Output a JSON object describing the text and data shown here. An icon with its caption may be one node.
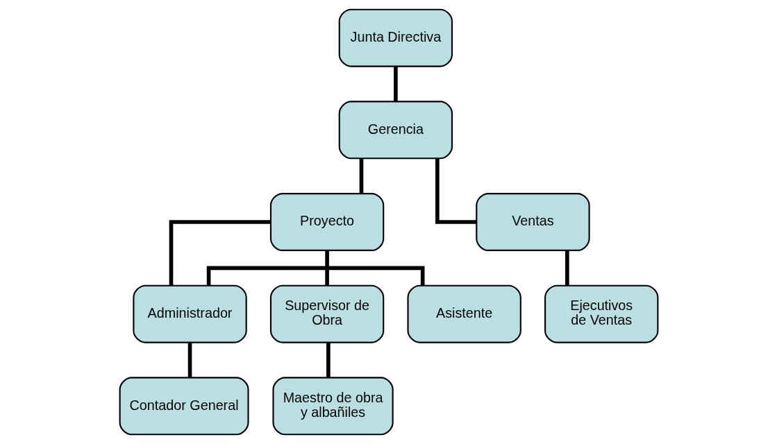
{
  "diagram": {
    "nodes": [
      {
        "text": [
          "Junta Directiva"
        ]
      },
      {
        "text": [
          "Gerencia"
        ]
      },
      {
        "text": [
          "Proyecto"
        ]
      },
      {
        "text": [
          "Ventas"
        ]
      },
      {
        "text": [
          "Asistente"
        ]
      },
      {
        "text": [
          "Administrador"
        ]
      },
      {
        "text": [
          "Supervisor de Obra"
        ]
      },
      {
        "text": [
          "Ejecutivos de Ventas"
        ]
      },
      {
        "text": [
          "Contador General"
        ]
      },
      {
        "text": [
          "Maestro de obra y albañiles"
        ]
      }
    ],
    "edges": [
      {
        "from": 0,
        "to": 1,
        "arrow": "none"
      },
      {
        "from": 1,
        "to": 2,
        "arrow": "none"
      },
      {
        "from": 1,
        "to": 3,
        "arrow": "none"
      },
      {
        "from": 2,
        "to": 5,
        "arrow": "none"
      },
      {
        "from": 2,
        "to": 6,
        "arrow": "none"
      },
      {
        "from": 4,
        "to": 5,
        "arrow": "none"
      },
      {
        "from": 3,
        "to": 7,
        "arrow": "none"
      },
      {
        "from": 5,
        "to": 8,
        "arrow": "none"
      },
      {
        "from": 6,
        "to": 9,
        "arrow": "none"
      }
    ]
  }
}
